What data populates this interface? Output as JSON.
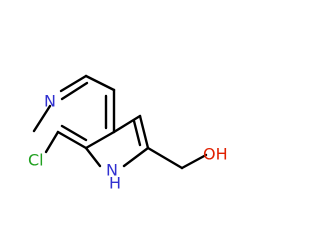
{
  "molecule": {
    "atoms": {
      "n_pyridine": "N",
      "cl": "Cl",
      "nh": "N",
      "nh_h": "H",
      "oh": "OH"
    },
    "colors": {
      "nitrogen": "#3030d0",
      "chlorine": "#20a020",
      "oxygen": "#e02000",
      "bond": "#000000"
    }
  }
}
